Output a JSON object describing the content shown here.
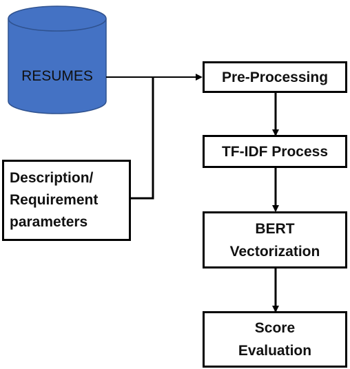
{
  "database": {
    "label": "RESUMES",
    "fill_color": "#4472C4",
    "stroke_color": "#2F528F"
  },
  "nodes": {
    "description": "Description/\nRequirement\nparameters",
    "preprocessing": "Pre-Processing",
    "tfidf": "TF-IDF Process",
    "bert": "BERT\nVectorization",
    "score": "Score\nEvaluation"
  },
  "colors": {
    "line": "#000000",
    "box_border": "#000000",
    "text": "#111111"
  }
}
